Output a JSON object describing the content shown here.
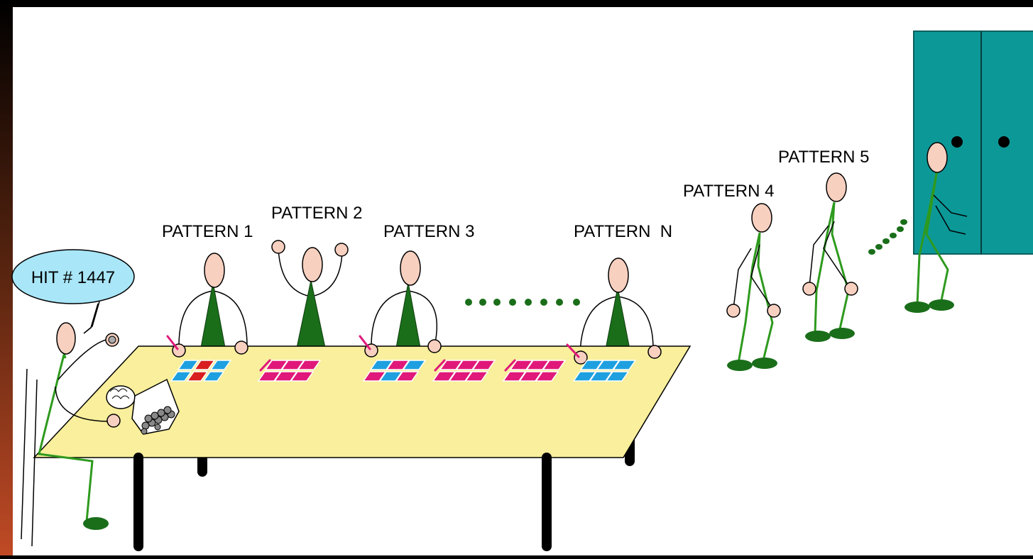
{
  "speech": {
    "text": "HIT # 1447"
  },
  "labels": {
    "p1": "PATTERN 1",
    "p2": "PATTERN 2",
    "p3": "PATTERN 3",
    "pn": "PATTERN  N",
    "p4": "PATTERN 4",
    "p5": "PATTERN 5"
  },
  "colors": {
    "table": "#f9ef9c",
    "skin": "#f8d0c0",
    "body_green": "#1a6e1a",
    "limb_green": "#2e9a1e",
    "card_blue": "#1ea0e0",
    "card_magenta": "#e0187a",
    "card_red": "#d81e1e",
    "door": "#0d9898",
    "speech_bubble": "#a8e6f8"
  },
  "icons": [
    "stick-figure",
    "pattern-card",
    "marble-jar",
    "speech-bubble",
    "double-door"
  ]
}
